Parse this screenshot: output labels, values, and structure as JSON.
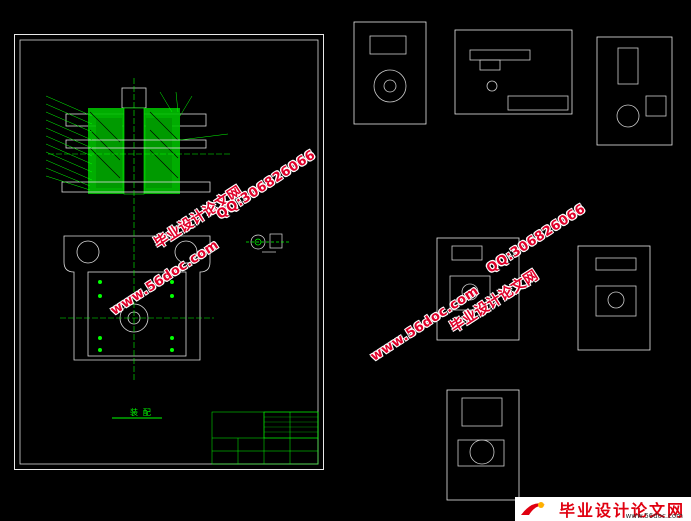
{
  "watermarks": {
    "site_a": "www.56doc.com",
    "qq_a": "QQ:306826066",
    "brand_a": "毕业设计论文网",
    "site_b": "www.56doc.com",
    "qq_b": "QQ:306826066",
    "brand_b": "毕业设计论文网"
  },
  "main_sheet": {
    "title_text": "装 配"
  },
  "banner": {
    "brand": "毕业设计论文网",
    "url": "www.56doc.com"
  },
  "colors": {
    "background": "#000000",
    "lines": "#e8e8e8",
    "section": "#00ff00",
    "watermark": "#e0002a"
  }
}
